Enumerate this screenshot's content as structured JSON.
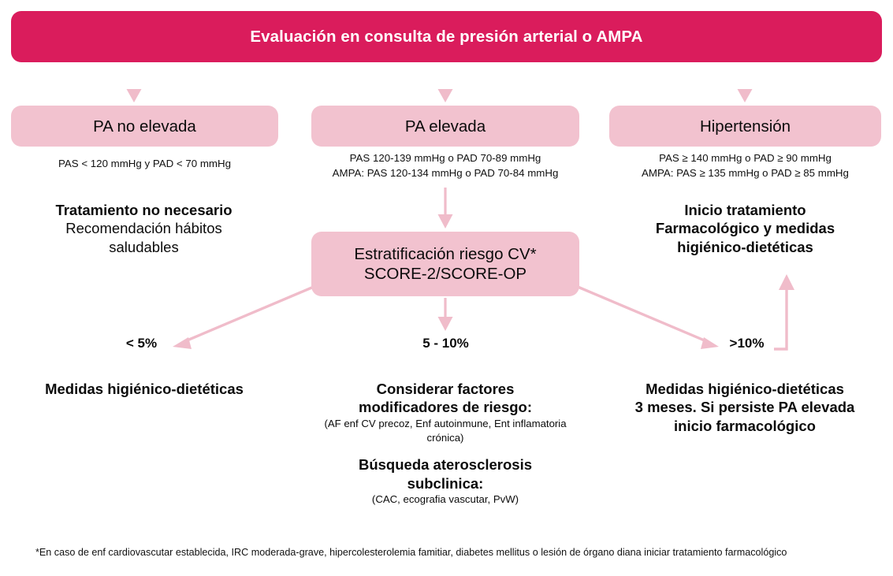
{
  "colors": {
    "brand_primary": "#da1c5c",
    "box_fill": "#f2c2cf",
    "arrow_light": "#f0bcca",
    "text_dark": "#0b0b0b",
    "page_background": "#ffffff"
  },
  "header": {
    "title": "Evaluación en consulta de presión arterial o AMPA"
  },
  "branches": [
    {
      "key": "pa_no_elevada",
      "box_label": "PA no elevada",
      "criteria": [
        "PAS < 120 mmHg y PAD < 70 mmHg"
      ],
      "outcome": {
        "lines": [
          {
            "text": "Tratamiento no necesario",
            "bold": true
          },
          {
            "text": "Recomendación hábitos",
            "bold": false
          },
          {
            "text": "saludables",
            "bold": false
          }
        ]
      }
    },
    {
      "key": "pa_elevada",
      "box_label": "PA elevada",
      "criteria": [
        "PAS 120-139 mmHg o PAD 70-89 mmHg",
        "AMPA: PAS 120-134 mmHg o PAD 70-84 mmHg"
      ]
    },
    {
      "key": "hipertension",
      "box_label": "Hipertensión",
      "criteria": [
        "PAS ≥ 140 mmHg o PAD ≥ 90 mmHg",
        "AMPA: PAS ≥ 135 mmHg o PAD ≥ 85 mmHg"
      ],
      "outcome": {
        "lines": [
          {
            "text": "Inicio tratamiento",
            "bold": true
          },
          {
            "text": "Farmacológico y medidas",
            "bold": true
          },
          {
            "text": "higiénico-dietéticas",
            "bold": true
          }
        ]
      }
    }
  ],
  "risk_box": {
    "line1": "Estratificación riesgo CV*",
    "line2": "SCORE-2/SCORE-OP"
  },
  "risk_levels": [
    {
      "key": "low",
      "label": "< 5%"
    },
    {
      "key": "mid",
      "label": "5 - 10%"
    },
    {
      "key": "high",
      "label": ">10%"
    }
  ],
  "outcomes_bottom": {
    "low": {
      "lines": [
        {
          "text": "Medidas higiénico-dietéticas",
          "bold": true
        }
      ]
    },
    "mid": {
      "block1_title_l1": "Considerar factores",
      "block1_title_l2": "modificadores de riesgo:",
      "block1_sub_l1": "(AF enf CV precoz, Enf autoinmune, Ent inflamatoria",
      "block1_sub_l2": "crónica)",
      "block2_title_l1": "Búsqueda aterosclerosis",
      "block2_title_l2": "subclinica:",
      "block2_sub_l1": "(CAC, ecografia vascutar, PvW)"
    },
    "high": {
      "lines": [
        {
          "text": "Medidas higiénico-dietéticas",
          "bold": true
        },
        {
          "text": "3 meses. Si persiste PA elevada",
          "bold": true
        },
        {
          "text": "inicio farmacológico",
          "bold": true
        }
      ]
    }
  },
  "footnote": {
    "text": "*En caso de enf cardiovascutar establecida, IRC moderada-grave, hipercolesterolemia famitiar, diabetes mellitus o lesión de órgano diana iniciar tratamiento farmacológico"
  }
}
